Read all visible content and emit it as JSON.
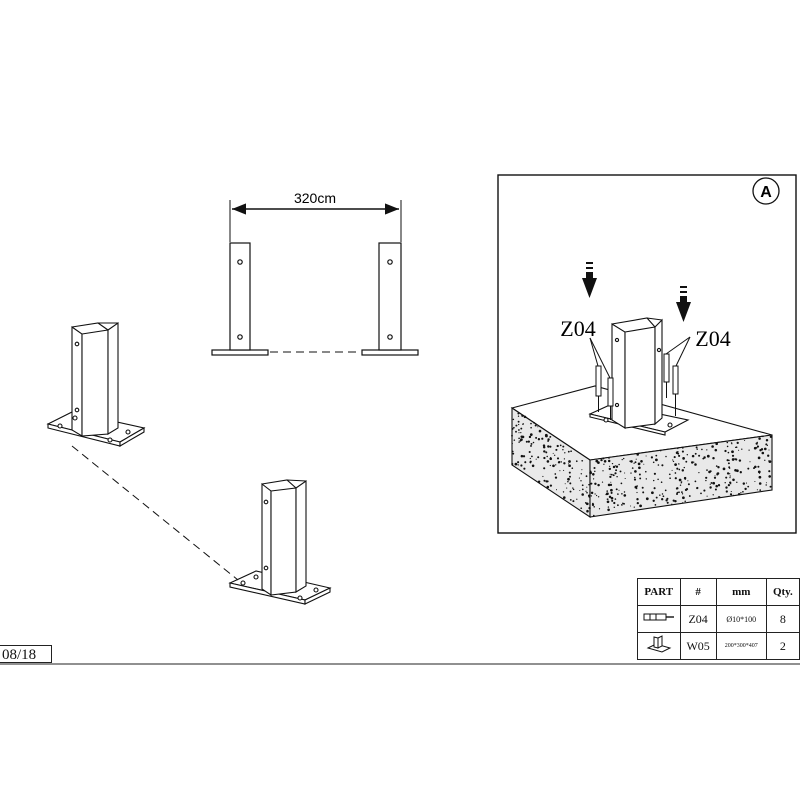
{
  "dimension": {
    "label": "320cm"
  },
  "detail": {
    "callout_letter": "A",
    "left_part_label": "Z04",
    "right_part_label": "Z04"
  },
  "parts_table": {
    "headers": {
      "part": "PART",
      "number": "#",
      "mm": "mm",
      "qty": "Qty."
    },
    "rows": [
      {
        "icon": "anchor-bolt-icon",
        "number": "Z04",
        "mm": "Ø10*100",
        "qty": "8"
      },
      {
        "icon": "post-base-icon",
        "number": "W05",
        "mm": "200*300*407",
        "qty": "2"
      }
    ]
  },
  "page": {
    "number": "08/18"
  }
}
